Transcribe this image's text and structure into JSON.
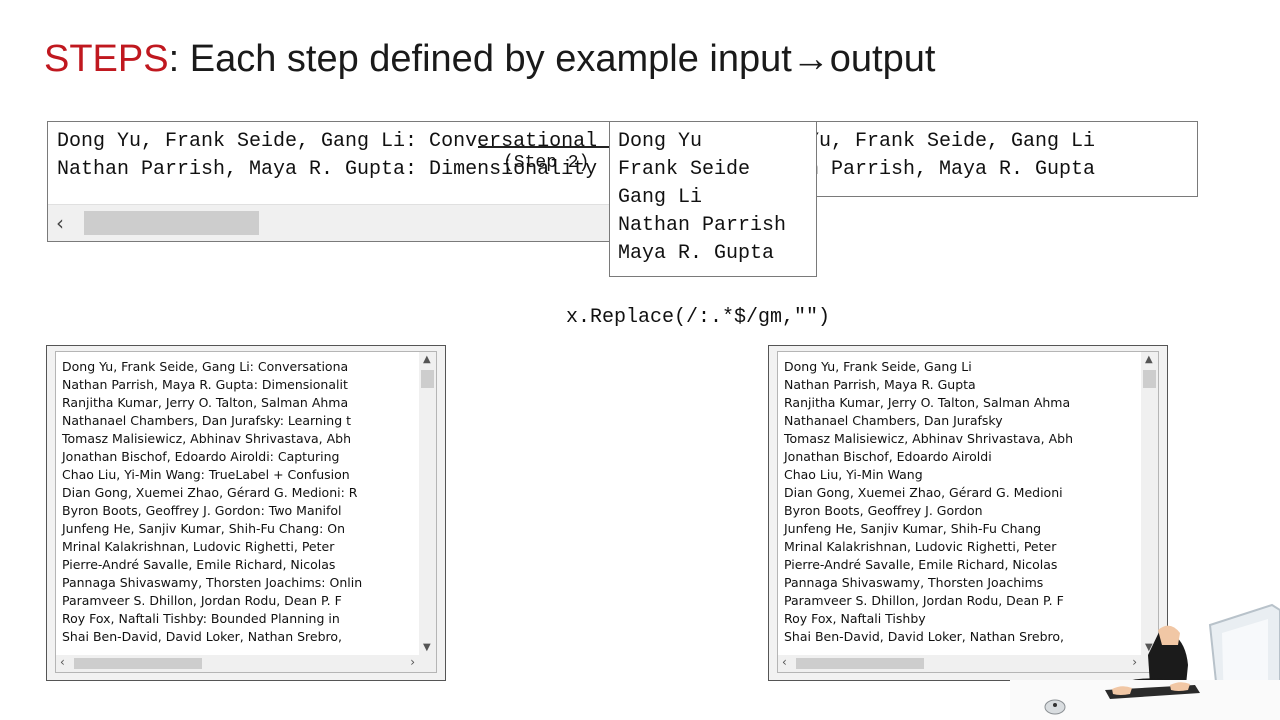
{
  "title": {
    "keyword": "STEPS",
    "rest": ": Each step defined by example input→output"
  },
  "example_input": {
    "lines": [
      "Dong Yu, Frank Seide, Gang Li: Conversational",
      "Nathan Parrish, Maya R. Gupta: Dimensionality"
    ]
  },
  "example_output": {
    "lines": [
      "Dong Yu, Frank Seide, Gang Li",
      "Nathan Parrish, Maya R. Gupta"
    ]
  },
  "example_split": {
    "lines": [
      "Dong Yu",
      "Frank Seide",
      "Gang Li",
      "Nathan Parrish",
      "Maya R. Gupta"
    ]
  },
  "step_caption": "(Step 2)",
  "code": "x.Replace(/:.*$/gm,\"\")",
  "input_textarea": {
    "rows": [
      "Dong Yu, Frank Seide, Gang Li: Conversationa",
      "Nathan Parrish, Maya R. Gupta: Dimensionalit",
      "Ranjitha Kumar, Jerry O. Talton, Salman Ahma",
      "Nathanael Chambers, Dan Jurafsky: Learning t",
      "Tomasz Malisiewicz, Abhinav Shrivastava, Abh",
      "Jonathan Bischof, Edoardo Airoldi: Capturing",
      "Chao Liu, Yi-Min Wang: TrueLabel + Confusion",
      "Dian Gong, Xuemei Zhao, Gérard G. Medioni: R",
      "Byron Boots, Geoffrey J. Gordon: Two Manifol",
      "Junfeng He, Sanjiv Kumar, Shih-Fu Chang: On",
      "Mrinal Kalakrishnan, Ludovic Righetti, Peter",
      "Pierre-André Savalle, Emile Richard, Nicolas",
      "Pannaga Shivaswamy, Thorsten Joachims: Onlin",
      "Paramveer S. Dhillon, Jordan Rodu, Dean P. F",
      "Roy Fox, Naftali Tishby: Bounded Planning in",
      "Shai Ben-David, David Loker, Nathan Srebro,"
    ]
  },
  "output_textarea": {
    "rows": [
      "Dong Yu, Frank Seide, Gang Li",
      "Nathan Parrish, Maya R. Gupta",
      "Ranjitha Kumar, Jerry O. Talton, Salman Ahma",
      "Nathanael Chambers, Dan Jurafsky",
      "Tomasz Malisiewicz, Abhinav Shrivastava, Abh",
      "Jonathan Bischof, Edoardo Airoldi",
      "Chao Liu, Yi-Min Wang",
      "Dian Gong, Xuemei Zhao, Gérard G. Medioni",
      "Byron Boots, Geoffrey J. Gordon",
      "Junfeng He, Sanjiv Kumar, Shih-Fu Chang",
      "Mrinal Kalakrishnan, Ludovic Righetti, Peter",
      "Pierre-André Savalle, Emile Richard, Nicolas",
      "Pannaga Shivaswamy, Thorsten Joachims",
      "Paramveer S. Dhillon, Jordan Rodu, Dean P. F",
      "Roy Fox, Naftali Tishby",
      "Shai Ben-David, David Loker, Nathan Srebro,"
    ]
  },
  "icons": {
    "scroll_left": "chevron-left-icon",
    "scroll_right": "chevron-right-icon",
    "scroll_up": "chevron-up-icon",
    "scroll_down": "chevron-down-icon"
  },
  "colors": {
    "keyword": "#c0181f",
    "text": "#1a1a1a"
  }
}
